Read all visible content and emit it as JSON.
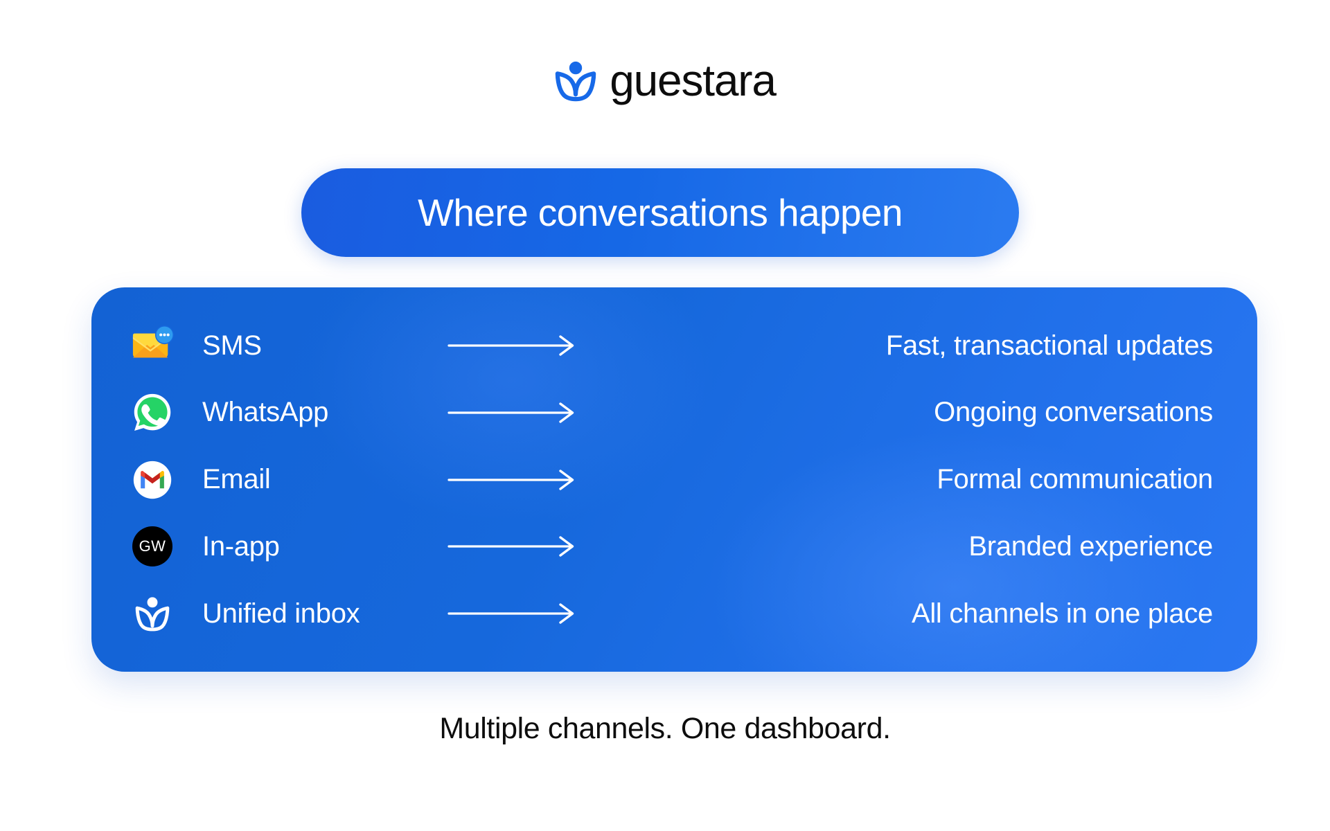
{
  "brand": {
    "name": "guestara",
    "logo_icon": "guestara-figure-icon",
    "logo_color": "#1769e8"
  },
  "headline": {
    "text": "Where conversations happen",
    "background_from": "#1a5ce0",
    "background_to": "#2b7bf0",
    "text_color": "#ffffff"
  },
  "card": {
    "background_color": "#1668dc",
    "accent_color": "#2a77f2",
    "arrow_icon": "arrow-right-icon",
    "rows": [
      {
        "icon": "sms-envelope-icon",
        "label": "SMS",
        "description": "Fast, transactional updates"
      },
      {
        "icon": "whatsapp-icon",
        "label": "WhatsApp",
        "description": "Ongoing conversations"
      },
      {
        "icon": "gmail-icon",
        "label": "Email",
        "description": "Formal communication"
      },
      {
        "icon": "in-app-badge-icon",
        "icon_text": "GW",
        "label": "In-app",
        "description": "Branded experience"
      },
      {
        "icon": "guestara-figure-icon",
        "label": "Unified inbox",
        "description": "All channels in one place"
      }
    ]
  },
  "footer": {
    "caption": "Multiple channels. One dashboard."
  }
}
